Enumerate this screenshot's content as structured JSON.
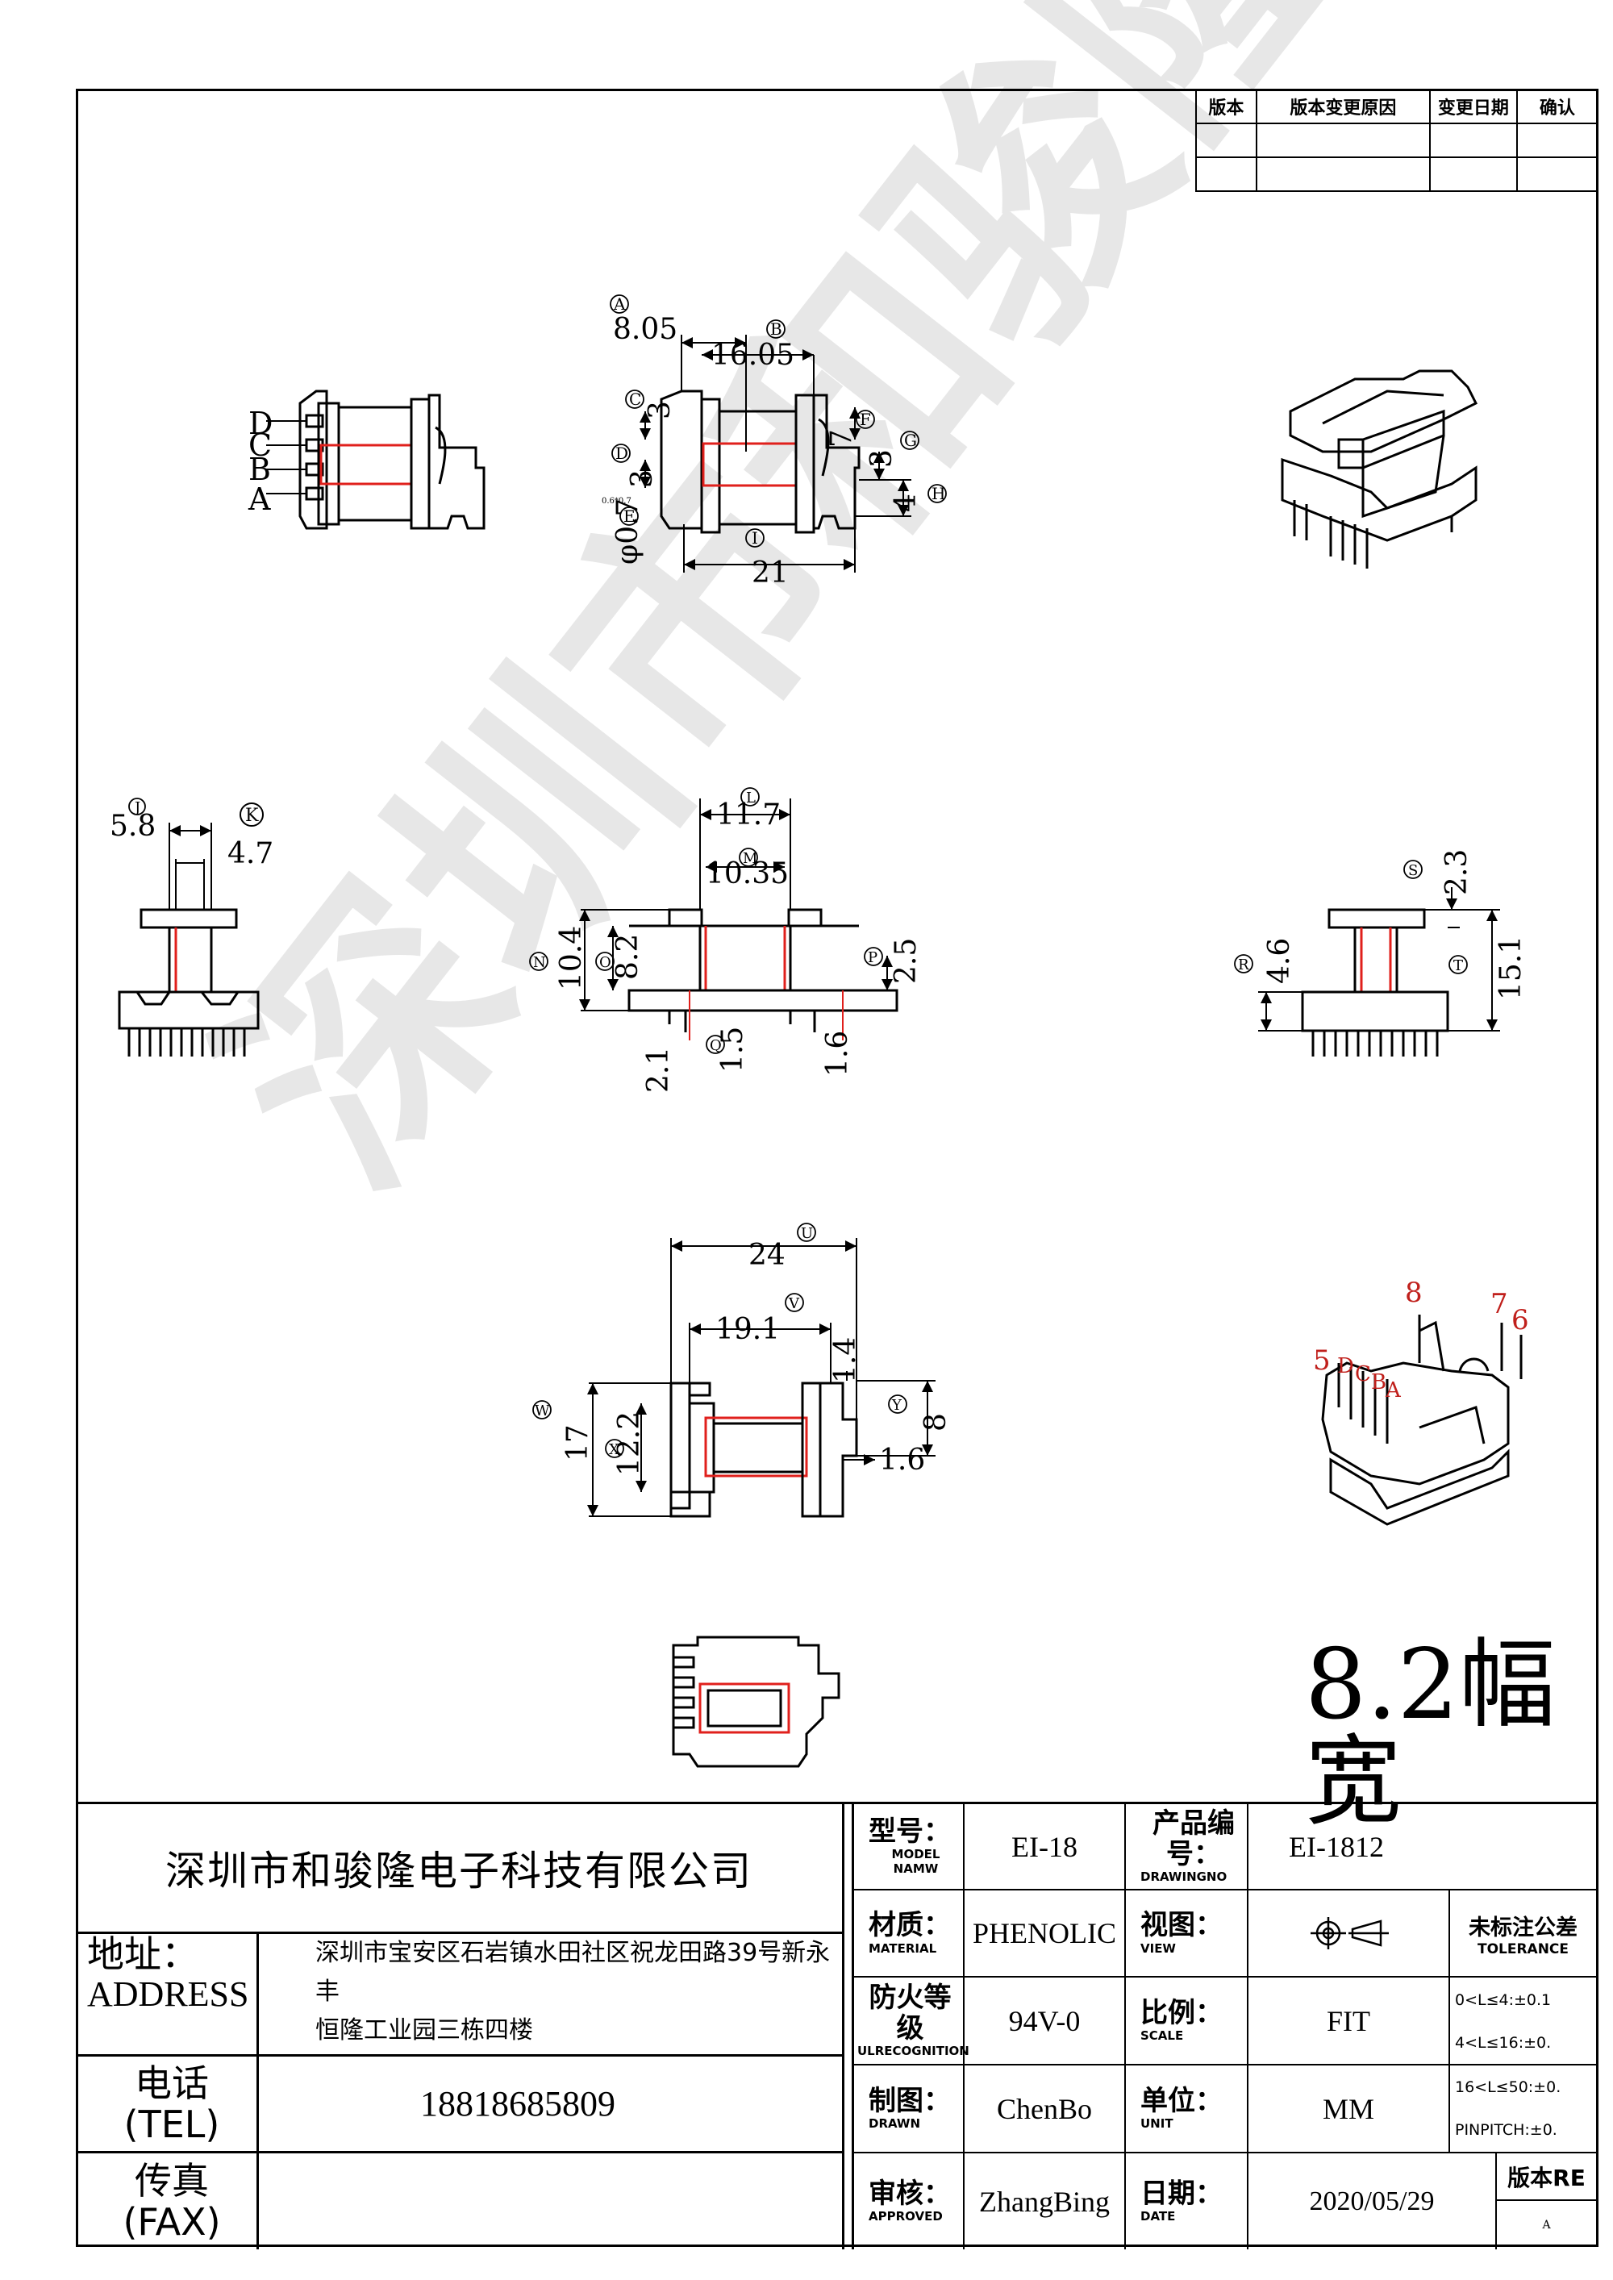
{
  "revision_table": {
    "headers": [
      "版本",
      "版本变更原因",
      "变更日期",
      "确认"
    ]
  },
  "drawing": {
    "big_label": "8.2幅宽",
    "watermark": "深圳市和骏隆电子",
    "dims": {
      "A": "8.05",
      "B": "16.05",
      "C": "3",
      "D": "3",
      "E": "φ0.7",
      "E_small": "0.6*0.7",
      "F": "7",
      "G": "3",
      "H": "4",
      "I": "21",
      "J": "5.8",
      "K": "4.7",
      "L": "11.7",
      "M": "10.35",
      "N": "10.4",
      "O": "8.2",
      "P": "2.5",
      "Q": "1.5",
      "left_low": "2.1",
      "right_low": "1.6",
      "S": "2.3",
      "R": "4.6",
      "T": "15.1",
      "U": "24",
      "V": "19.1",
      "W": "17",
      "X": "12.2",
      "Y": "8",
      "Y_top": "1.4",
      "Y_bot": "1.6"
    },
    "circle_letters": [
      "A",
      "B",
      "C",
      "D",
      "E",
      "F",
      "G",
      "H",
      "I",
      "J",
      "K",
      "L",
      "M",
      "N",
      "O",
      "P",
      "Q",
      "R",
      "S",
      "T",
      "U",
      "V",
      "W",
      "X",
      "Y"
    ],
    "pin_labels_front": [
      "D",
      "C",
      "B",
      "A"
    ],
    "pin_labels_iso": {
      "p8": "8",
      "p7": "7",
      "p6": "6",
      "p5": "5",
      "D": "D",
      "C": "C",
      "B": "B",
      "A": "A"
    },
    "colors": {
      "line": "#000000",
      "window": "#e0201c",
      "pin_label": "#c0201c"
    }
  },
  "title_block": {
    "company": "深圳市和骏隆电子科技有限公司",
    "address_label": "地址：",
    "address_label_en": "ADDRESS",
    "address": "深圳市宝安区石岩镇水田社区祝龙田路39号新永丰",
    "address2": "恒隆工业园三栋四楼",
    "tel_label": "电话(TEL)",
    "tel": "18818685809",
    "fax_label": "传真(FAX)",
    "model_label": "型号：",
    "model_label_en": "MODEL NAMW",
    "model": "EI-18",
    "drawingno_label": "产品编号：",
    "drawingno_label_en": "DRAWINGNO",
    "drawingno": "EI-1812",
    "material_label": "材质：",
    "material_label_en": "MATERIAL",
    "material": "PHENOLIC",
    "view_label": "视图：",
    "view_label_en": "VIEW",
    "flame_label": "防火等级",
    "flame_label_en": "ULRECOGNITION",
    "flame": "94V-0",
    "scale_label": "比例：",
    "scale_label_en": "SCALE",
    "scale": "FIT",
    "drawn_label": "制图：",
    "drawn_label_en": "DRAWN",
    "drawn": "ChenBo",
    "unit_label": "单位：",
    "unit_label_en": "UNIT",
    "unit": "MM",
    "approved_label": "审核：",
    "approved_label_en": "APPROVED",
    "approved": "ZhangBing",
    "date_label": "日期：",
    "date_label_en": "DATE",
    "date": "2020/05/29",
    "version_label": "版本RE",
    "version": "A",
    "tolerance_label": "未标注公差",
    "tolerance_label_en": "TOLERANCE",
    "tolerances": [
      "0<L≤4:±0.1",
      "4<L≤16:±0.",
      "16<L≤50:±0.",
      "PINPITCH:±0."
    ]
  }
}
